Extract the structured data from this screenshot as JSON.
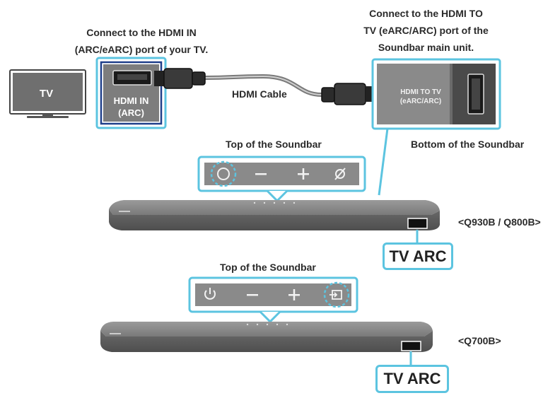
{
  "tv": {
    "label": "TV"
  },
  "hdmi_in": {
    "caption_lines": [
      "Connect to the HDMI IN",
      "(ARC/eARC) port of your TV."
    ],
    "port_label_lines": [
      "HDMI IN",
      "(ARC)"
    ]
  },
  "cable": {
    "label": "HDMI Cable"
  },
  "hdmi_to_tv": {
    "caption_lines": [
      "Connect to the HDMI TO",
      "TV (eARC/ARC) port of the",
      "Soundbar main unit."
    ],
    "port_label_lines": [
      "HDMI TO TV",
      "(eARC/ARC)"
    ]
  },
  "soundbar_top_label_1": "Top of the Soundbar",
  "soundbar_bottom_label": "Bottom of the Soundbar",
  "model_1": "<Q930B / Q800B>",
  "tv_arc_1": "TV ARC",
  "soundbar_top_label_2": "Top of the Soundbar",
  "model_2": "<Q700B>",
  "tv_arc_2": "TV ARC",
  "colors": {
    "callout": "#5cc4e0",
    "tv_port_border": "#1f3f8a",
    "soundbar": "#6d6d6d",
    "panel": "#808080"
  },
  "icons": {
    "top1": [
      "power-circle-icon",
      "minus-icon",
      "plus-icon",
      "mute-icon"
    ],
    "top2": [
      "power-icon",
      "minus-icon",
      "plus-icon",
      "source-icon"
    ]
  }
}
